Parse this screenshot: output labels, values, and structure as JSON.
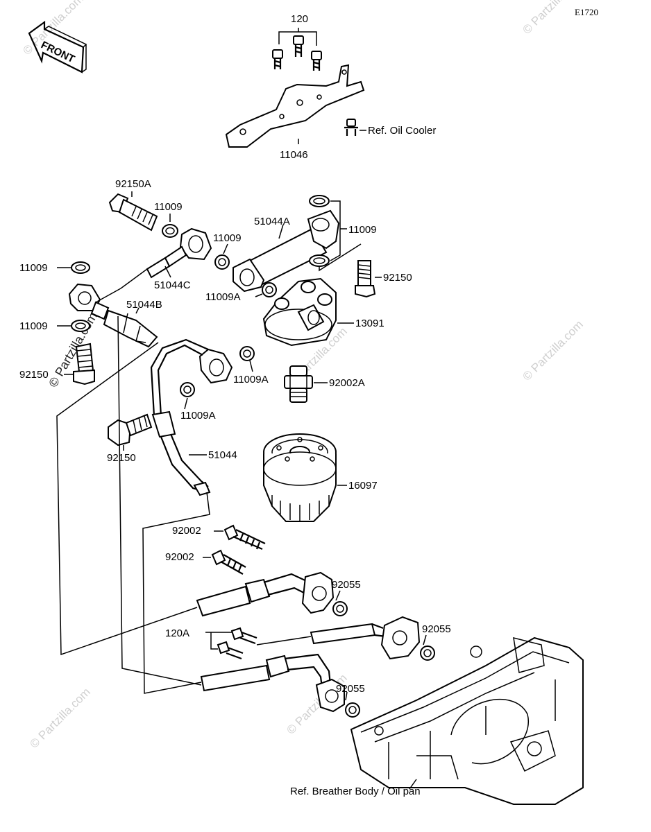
{
  "diagram_code": "E1720",
  "front_label": "FRONT",
  "watermark": "© Partzilla.com",
  "labels": {
    "p120": "120",
    "p11046": "11046",
    "ref_oil_cooler": "Ref. Oil Cooler",
    "p92150A": "92150A",
    "p11009_a": "11009",
    "p51044A": "51044A",
    "p11009_b": "11009",
    "p11009_c": "11009",
    "p11009_d": "11009",
    "p51044C": "51044C",
    "p92150_a": "92150",
    "p11009A_a": "11009A",
    "p51044B": "51044B",
    "p13091": "13091",
    "p11009_e": "11009",
    "p92150_b": "92150",
    "p11009A_b": "11009A",
    "p92002A": "92002A",
    "p11009A_c": "11009A",
    "p92150_c": "92150",
    "p51044": "51044",
    "p16097": "16097",
    "p92002_a": "92002",
    "p92002_b": "92002",
    "p92055_a": "92055",
    "p120A": "120A",
    "p92055_b": "92055",
    "p92055_c": "92055",
    "ref_breather": "Ref. Breather Body / Oil pan"
  }
}
